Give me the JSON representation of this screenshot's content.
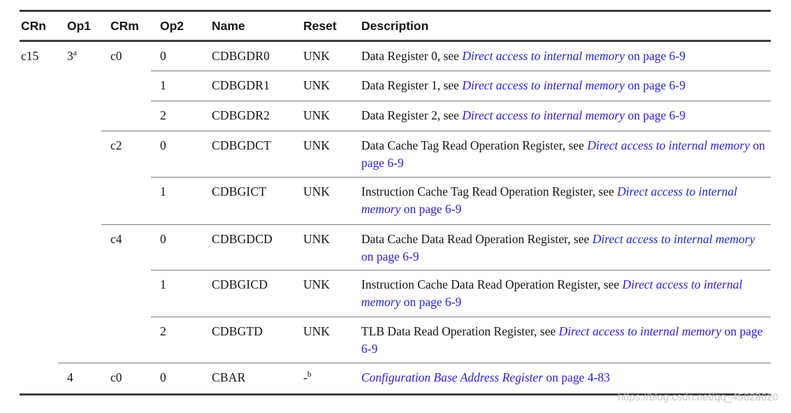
{
  "colors": {
    "link_blue": "#2a1fd4",
    "rule_dark": "#3d3d3d",
    "rule_light": "#7e7e7e",
    "body_text": "#151515",
    "watermark_gray": "#c5c5c5"
  },
  "table": {
    "headers": [
      "CRn",
      "Op1",
      "CRm",
      "Op2",
      "Name",
      "Reset",
      "Description"
    ],
    "rows": [
      {
        "crn": "c15",
        "op1": "3",
        "op1_sup": "a",
        "crm": "c0",
        "op2": "0",
        "name": "CDBGDR0",
        "reset": "UNK",
        "desc": {
          "pre": "Data Register 0, see ",
          "link": "Direct access to internal memory",
          "post": " on page 6-9"
        }
      },
      {
        "op2": "1",
        "name": "CDBGDR1",
        "reset": "UNK",
        "desc": {
          "pre": "Data Register 1, see ",
          "link": "Direct access to internal memory",
          "post": " on page 6-9"
        }
      },
      {
        "op2": "2",
        "name": "CDBGDR2",
        "reset": "UNK",
        "desc": {
          "pre": "Data Register 2, see ",
          "link": "Direct access to internal memory",
          "post": " on page 6-9"
        }
      },
      {
        "crm": "c2",
        "op2": "0",
        "name": "CDBGDCT",
        "reset": "UNK",
        "desc": {
          "pre": "Data Cache Tag Read Operation Register, see ",
          "link": "Direct access to internal memory",
          "post": " on page 6-9"
        }
      },
      {
        "op2": "1",
        "name": "CDBGICT",
        "reset": "UNK",
        "desc": {
          "pre": "Instruction Cache Tag Read Operation Register, see ",
          "link": "Direct access to internal memory",
          "post": " on page 6-9"
        }
      },
      {
        "crm": "c4",
        "op2": "0",
        "name": "CDBGDCD",
        "reset": "UNK",
        "desc": {
          "pre": "Data Cache Data Read Operation Register, see ",
          "link": "Direct access to internal memory",
          "post": " on page 6-9"
        }
      },
      {
        "op2": "1",
        "name": "CDBGICD",
        "reset": "UNK",
        "desc": {
          "pre": "Instruction Cache Data Read Operation Register, see ",
          "link": "Direct access to internal memory",
          "post": " on page 6-9"
        }
      },
      {
        "op2": "2",
        "name": "CDBGTD",
        "reset": "UNK",
        "desc": {
          "pre": "TLB Data Read Operation Register, see ",
          "link": "Direct access to internal memory",
          "post": " on page 6-9"
        }
      },
      {
        "op1": "4",
        "crm": "c0",
        "op2": "0",
        "name": "CBAR",
        "reset": "-",
        "reset_sup": "b",
        "desc": {
          "pre": "",
          "link": "Configuration Base Address Register",
          "post": " on page 4-83"
        }
      }
    ]
  },
  "watermark": "https://blog.csdn.net/qq_45628620"
}
